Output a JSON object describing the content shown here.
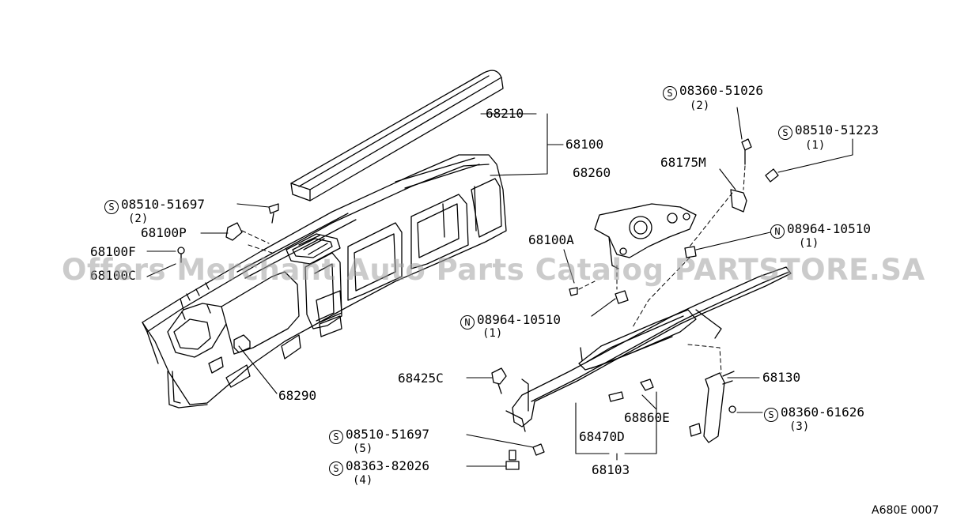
{
  "watermark": "Offers Merchant Auto Parts Catalog PARTSTORE.SA",
  "diagram_code": "A680E 0007",
  "symbols": {
    "screw": "S",
    "nut": "N"
  },
  "parts": {
    "p68210": "68210",
    "p68100": "68100",
    "p68260": "68260",
    "p68175M": "68175M",
    "p68100P": "68100P",
    "p68100F": "68100F",
    "p68100C": "68100C",
    "p68100A": "68100A",
    "p68290": "68290",
    "p68425C": "68425C",
    "p68130": "68130",
    "p68860E": "68860E",
    "p68470D": "68470D",
    "p68103": "68103"
  },
  "fasteners": {
    "f1": {
      "number": "08360-51026",
      "qty": "(2)"
    },
    "f2": {
      "number": "08510-51223",
      "qty": "(1)"
    },
    "f3": {
      "number": "08510-51697",
      "qty": "(2)"
    },
    "f4": {
      "number": "08964-10510",
      "qty": "(1)"
    },
    "f5": {
      "number": "08964-10510",
      "qty": "(1)"
    },
    "f6": {
      "number": "08360-61626",
      "qty": "(3)"
    },
    "f7": {
      "number": "08510-51697",
      "qty": "(5)"
    },
    "f8": {
      "number": "08363-82026",
      "qty": "(4)"
    }
  }
}
